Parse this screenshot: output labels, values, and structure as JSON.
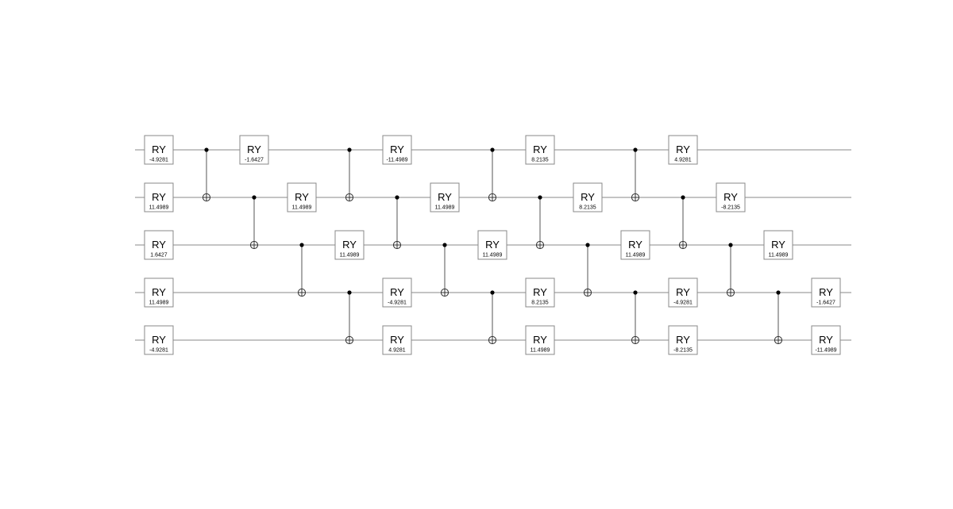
{
  "circuit": {
    "qubit_count": 5,
    "steps": [
      {
        "kind": "ry",
        "wire": 0,
        "label": "RY",
        "param": "-4.9281"
      },
      {
        "kind": "ry",
        "wire": 1,
        "label": "RY",
        "param": "11.4989"
      },
      {
        "kind": "ry",
        "wire": 2,
        "label": "RY",
        "param": "1.6427"
      },
      {
        "kind": "ry",
        "wire": 3,
        "label": "RY",
        "param": "11.4989"
      },
      {
        "kind": "ry",
        "wire": 4,
        "label": "RY",
        "param": "-4.9281"
      },
      {
        "kind": "cx",
        "control": 0,
        "target": 1
      },
      {
        "kind": "ry",
        "wire": 0,
        "label": "RY",
        "param": "-1.6427"
      },
      {
        "kind": "cx",
        "control": 1,
        "target": 2
      },
      {
        "kind": "ry",
        "wire": 1,
        "label": "RY",
        "param": "11.4989"
      },
      {
        "kind": "cx",
        "control": 2,
        "target": 3
      },
      {
        "kind": "ry",
        "wire": 2,
        "label": "RY",
        "param": "11.4989"
      },
      {
        "kind": "cx",
        "control": 0,
        "target": 1
      },
      {
        "kind": "cx",
        "control": 3,
        "target": 4
      },
      {
        "kind": "ry",
        "wire": 0,
        "label": "RY",
        "param": "-11.4989"
      },
      {
        "kind": "cx",
        "control": 1,
        "target": 2
      },
      {
        "kind": "ry",
        "wire": 3,
        "label": "RY",
        "param": "-4.9281"
      },
      {
        "kind": "ry",
        "wire": 4,
        "label": "RY",
        "param": "4.9281"
      },
      {
        "kind": "ry",
        "wire": 1,
        "label": "RY",
        "param": "11.4989"
      },
      {
        "kind": "cx",
        "control": 2,
        "target": 3
      },
      {
        "kind": "ry",
        "wire": 2,
        "label": "RY",
        "param": "11.4989"
      },
      {
        "kind": "cx",
        "control": 0,
        "target": 1
      },
      {
        "kind": "cx",
        "control": 3,
        "target": 4
      },
      {
        "kind": "ry",
        "wire": 0,
        "label": "RY",
        "param": "8.2135"
      },
      {
        "kind": "cx",
        "control": 1,
        "target": 2
      },
      {
        "kind": "ry",
        "wire": 3,
        "label": "RY",
        "param": "8.2135"
      },
      {
        "kind": "ry",
        "wire": 4,
        "label": "RY",
        "param": "11.4989"
      },
      {
        "kind": "ry",
        "wire": 1,
        "label": "RY",
        "param": "8.2135"
      },
      {
        "kind": "cx",
        "control": 2,
        "target": 3
      },
      {
        "kind": "ry",
        "wire": 2,
        "label": "RY",
        "param": "11.4989"
      },
      {
        "kind": "cx",
        "control": 0,
        "target": 1
      },
      {
        "kind": "cx",
        "control": 3,
        "target": 4
      },
      {
        "kind": "ry",
        "wire": 0,
        "label": "RY",
        "param": "4.9281"
      },
      {
        "kind": "cx",
        "control": 1,
        "target": 2
      },
      {
        "kind": "ry",
        "wire": 3,
        "label": "RY",
        "param": "-4.9281"
      },
      {
        "kind": "ry",
        "wire": 4,
        "label": "RY",
        "param": "-8.2135"
      },
      {
        "kind": "ry",
        "wire": 1,
        "label": "RY",
        "param": "-8.2135"
      },
      {
        "kind": "cx",
        "control": 2,
        "target": 3
      },
      {
        "kind": "ry",
        "wire": 2,
        "label": "RY",
        "param": "11.4989"
      },
      {
        "kind": "cx",
        "control": 3,
        "target": 4
      },
      {
        "kind": "ry",
        "wire": 3,
        "label": "RY",
        "param": "-1.6427"
      },
      {
        "kind": "ry",
        "wire": 4,
        "label": "RY",
        "param": "-11.4989"
      }
    ]
  }
}
